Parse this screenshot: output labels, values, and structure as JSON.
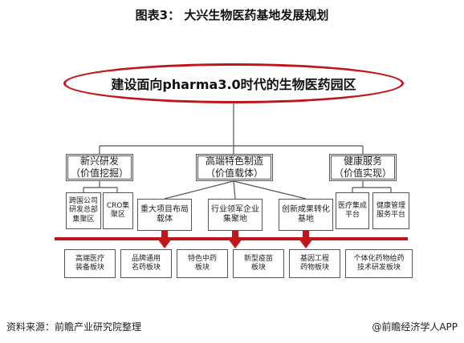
{
  "figure": {
    "title": "图表3：  大兴生物医药基地发展规划"
  },
  "root": {
    "label": "建设面向pharma3.0时代的生物医药园区"
  },
  "pillars": [
    {
      "line1": "新兴研发",
      "line2": "（价值挖掘）"
    },
    {
      "line1": "高端特色制造",
      "line2": "（价值载体）"
    },
    {
      "line1": "健康服务",
      "line2": "（价值实现）"
    }
  ],
  "subs": [
    {
      "lines": [
        "跨国公司",
        "研发总部",
        "集聚区"
      ]
    },
    {
      "lines": [
        "CRO集",
        "聚区"
      ]
    },
    {
      "lines": [
        "重大项目布局",
        "载体"
      ]
    },
    {
      "lines": [
        "行业领军企业",
        "集聚地"
      ]
    },
    {
      "lines": [
        "创新成果转化",
        "基地"
      ]
    },
    {
      "lines": [
        "医疗集成",
        "平台"
      ]
    },
    {
      "lines": [
        "健康管理",
        "服务平台"
      ]
    }
  ],
  "blocks": [
    {
      "lines": [
        "高端医疗",
        "装备板块"
      ]
    },
    {
      "lines": [
        "品牌通用",
        "名药板块"
      ]
    },
    {
      "lines": [
        "特色中药",
        "板块"
      ]
    },
    {
      "lines": [
        "新型疫苗",
        "板块"
      ]
    },
    {
      "lines": [
        "基因工程",
        "药物板块"
      ]
    },
    {
      "lines": [
        "个体化药物给药",
        "技术研发板块"
      ]
    }
  ],
  "footer": {
    "source": "资料来源：前瞻产业研究院整理",
    "brand": "@前瞻经济学人APP"
  },
  "colors": {
    "accent": "#c0161b",
    "line": "#555555"
  }
}
